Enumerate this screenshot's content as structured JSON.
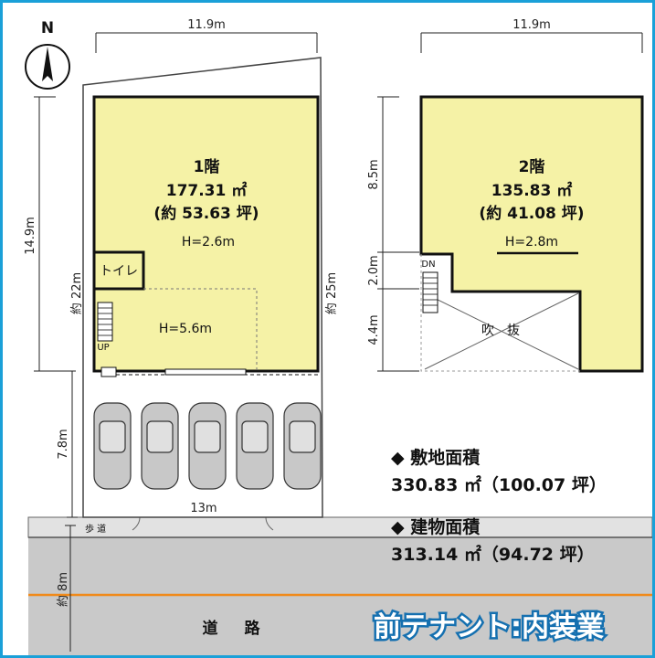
{
  "compass": {
    "north_label": "N"
  },
  "floor1": {
    "width_dim": "11.9m",
    "depth_dim": "14.9m",
    "left_side": "約 22m",
    "right_side": "約 25m",
    "parking_dim": "7.8m",
    "frontage": "13m",
    "title": "1階",
    "area_m2": "177.31 ㎡",
    "area_tsubo": "(約 53.63 坪)",
    "ceiling": "H=2.6m",
    "toilet": "トイレ",
    "high_ceiling": "H=5.6m",
    "stair_label": "UP"
  },
  "floor2": {
    "width_dim": "11.9m",
    "dim_top": "8.5m",
    "dim_mid": "2.0m",
    "dim_bottom": "4.4m",
    "title": "2階",
    "area_m2": "135.83 ㎡",
    "area_tsubo": "(約 41.08 坪)",
    "ceiling": "H=2.8m",
    "stair_label": "DN",
    "void_label": "吹　抜"
  },
  "site": {
    "heading": "◆ 敷地面積",
    "value": "330.83 ㎡（100.07 坪）"
  },
  "building": {
    "heading": "◆ 建物面積",
    "value": "313.14 ㎡（94.72 坪）"
  },
  "road": {
    "sidewalk": "歩 道",
    "width": "約 8m",
    "name": "道　路"
  },
  "stamp": "前テナント:内装業",
  "colors": {
    "floor_fill": "#f5f2a6",
    "road": "#c9c9c9",
    "road_line": "#f08a1a",
    "border": "#1aa0d8"
  }
}
